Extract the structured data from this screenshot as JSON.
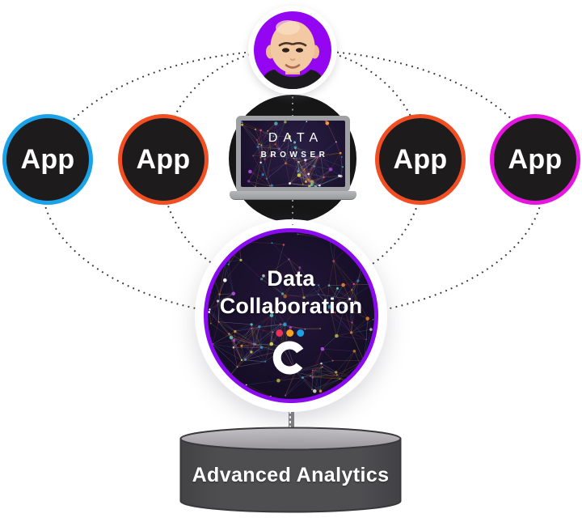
{
  "diagram": {
    "avatar": {
      "name": "user-avatar"
    },
    "apps": [
      {
        "label": "App",
        "border_color": "#1BA2E8"
      },
      {
        "label": "App",
        "border_color": "#F04E23"
      },
      {
        "label": "App",
        "border_color": "#F04E23"
      },
      {
        "label": "App",
        "border_color": "#E516E0"
      }
    ],
    "laptop": {
      "screen_line1": "DATA",
      "screen_line2": "BROWSER"
    },
    "hub": {
      "title_line1": "Data",
      "title_line2": "Collaboration",
      "logo_letter": "C"
    },
    "analytics": {
      "label": "Advanced Analytics"
    },
    "colors": {
      "avatar_bg": "#9406F2",
      "hub_ring": "#8A0BEF",
      "app_fill": "#1D1B1C",
      "logo_dot_red": "#E8315B",
      "logo_dot_amber": "#F5A21D",
      "logo_dot_blue": "#1FA0E8",
      "orbit_dots": "#333333"
    }
  }
}
